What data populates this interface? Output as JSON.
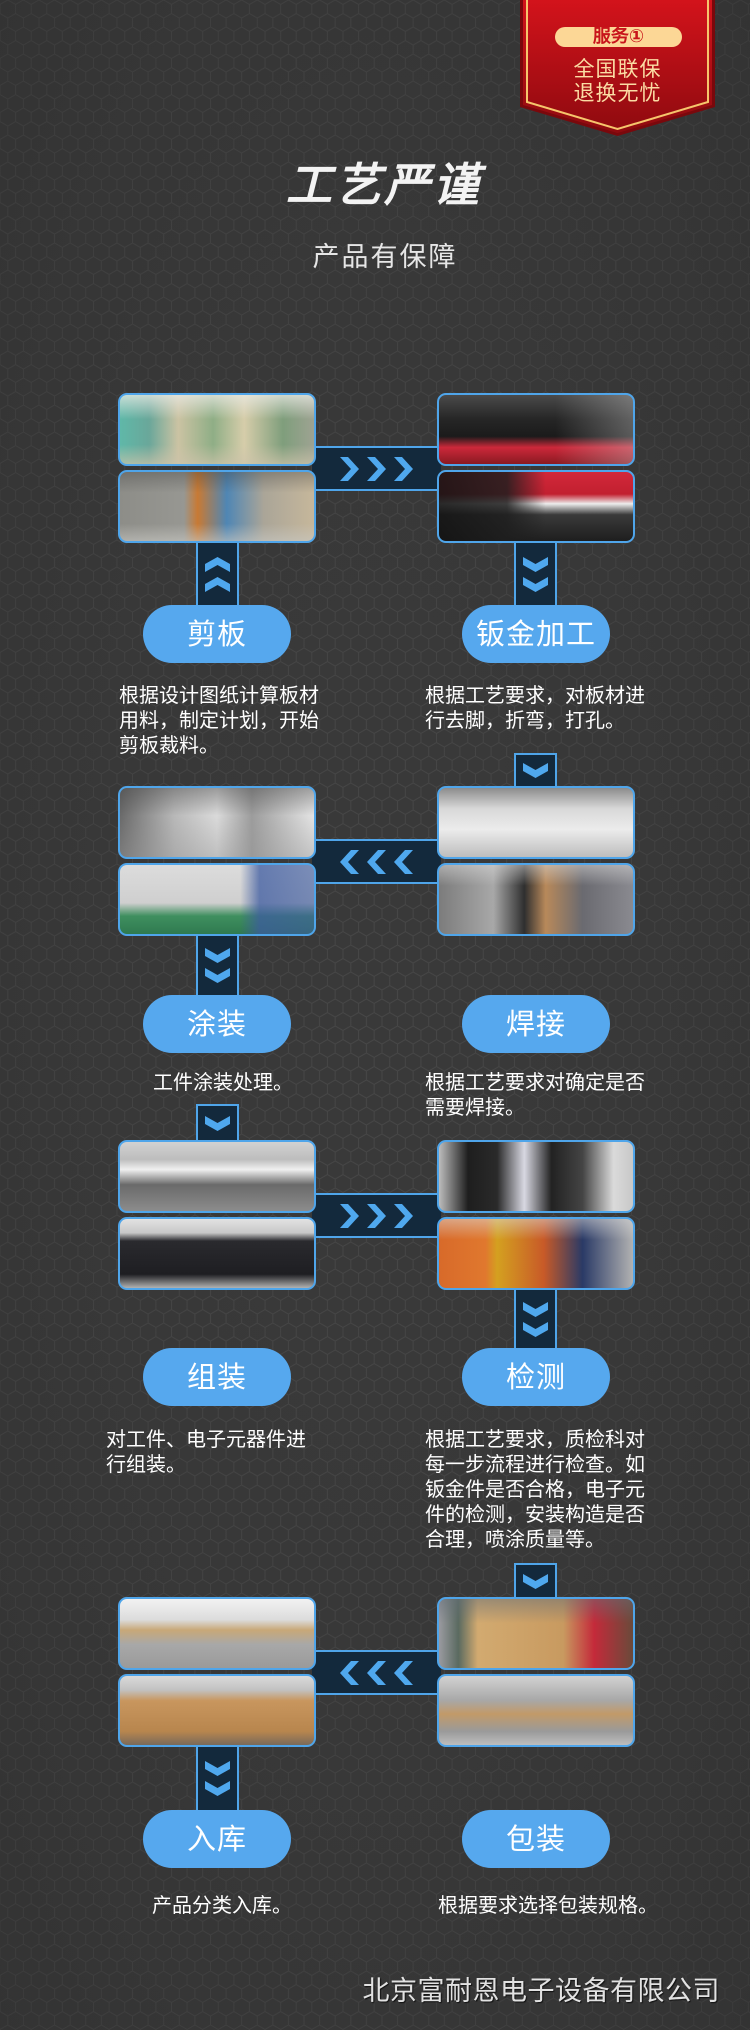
{
  "badge": {
    "label": "服务①",
    "line1": "全国联保",
    "line2": "退换无忧"
  },
  "header": {
    "title": "工艺严谨",
    "subtitle": "产品有保障"
  },
  "rows": [
    {
      "flow_direction": "right",
      "left": {
        "step": "剪板",
        "desc": [
          "根据设计图纸计算板材",
          "用料，制定计划，开始",
          "剪板裁料。"
        ]
      },
      "right": {
        "step": "钣金加工",
        "desc": [
          "根据工艺要求，对板材进",
          "行去脚，折弯，打孔。"
        ]
      }
    },
    {
      "flow_direction": "left",
      "left": {
        "step": "涂装",
        "desc": [
          "工件涂装处理。"
        ]
      },
      "right": {
        "step": "焊接",
        "desc": [
          "根据工艺要求对确定是否",
          "需要焊接。"
        ]
      }
    },
    {
      "flow_direction": "right",
      "left": {
        "step": "组装",
        "desc": [
          "对工件、电子元器件进",
          "行组装。"
        ]
      },
      "right": {
        "step": "检测",
        "desc": [
          "根据工艺要求，质检科对",
          "每一步流程进行检查。如",
          "钣金件是否合格，电子元",
          "件的检测，安装构造是否",
          "合理，喷涂质量等。"
        ]
      }
    },
    {
      "flow_direction": "left",
      "left": {
        "step": "入库",
        "desc": [
          "产品分类入库。"
        ]
      },
      "right": {
        "step": "包装",
        "desc": [
          "根据要求选择包装规格。"
        ]
      }
    }
  ],
  "process_order": [
    "剪板",
    "钣金加工",
    "焊接",
    "涂装",
    "组装",
    "检测",
    "包装",
    "入库"
  ],
  "icons": {
    "flow_right": "chevron-right-icon",
    "flow_left": "chevron-left-icon",
    "flow_up": "chevron-up-icon",
    "flow_down": "chevron-down-icon"
  },
  "footer": {
    "company": "北京富耐恩电子设备有限公司"
  },
  "theme": {
    "background": "#393939",
    "hex_line": "#474747",
    "accent": "#56a8ee",
    "connector_fill": "#13293c",
    "connector_border": "#4fa5ea",
    "badge_red": "#c8111a",
    "badge_gold": "#f6c56c",
    "badge_label_bg": "#fcd796"
  }
}
